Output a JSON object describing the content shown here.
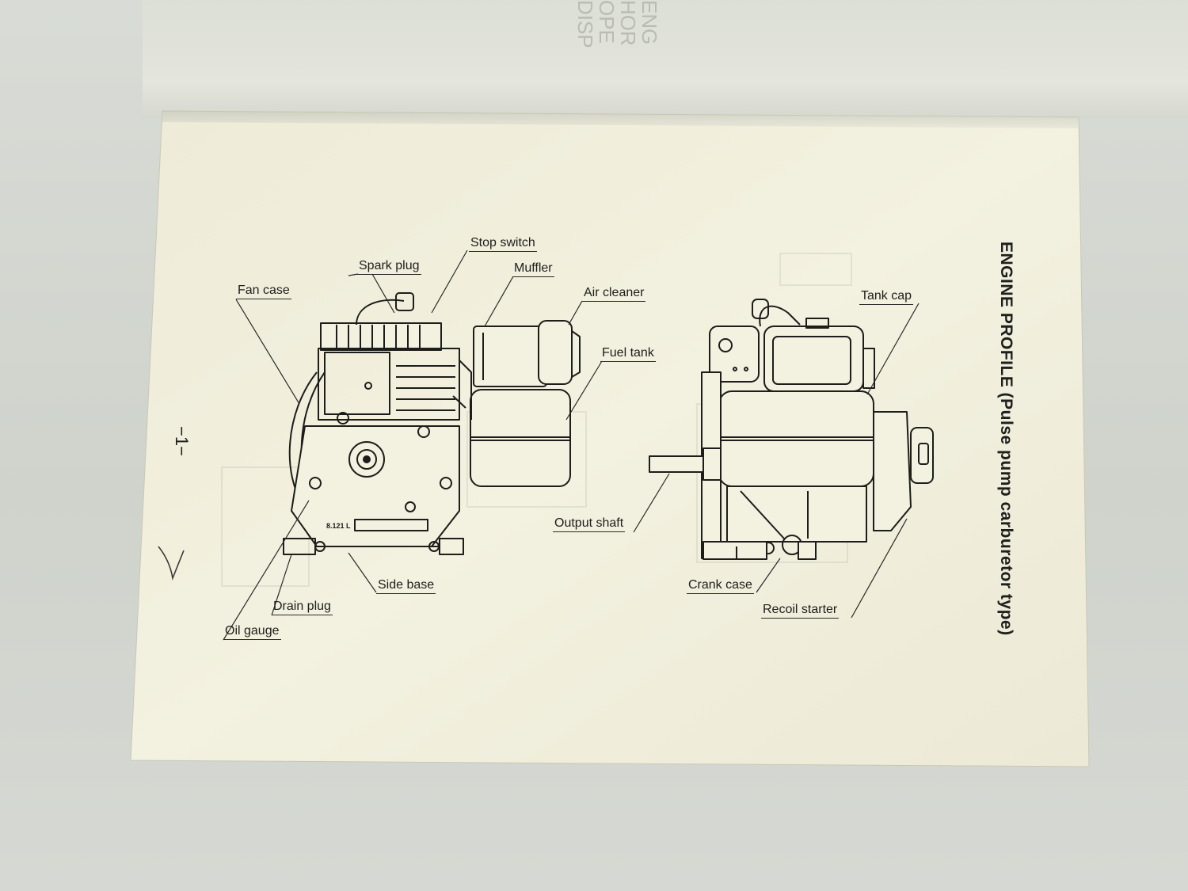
{
  "back_page": {
    "faint_text": [
      "ENG",
      "HOR",
      "OPE",
      "DISP"
    ]
  },
  "title": "ENGINE PROFILE (Pulse pump carburetor type)",
  "page_number": "−1−",
  "engine_plate_text": "8.121 L",
  "labels": {
    "fan_case": "Fan case",
    "spark_plug": "Spark plug",
    "stop_switch": "Stop switch",
    "muffler": "Muffler",
    "air_cleaner": "Air cleaner",
    "fuel_tank": "Fuel tank",
    "output_shaft": "Output shaft",
    "side_base": "Side base",
    "drain_plug": "Drain plug",
    "oil_gauge": "Oil gauge",
    "tank_cap": "Tank cap",
    "crank_case": "Crank case",
    "recoil_starter": "Recoil starter"
  },
  "colors": {
    "paper": "#f1efdc",
    "ink": "#1d1d1b",
    "table": "#d2d6cf"
  }
}
